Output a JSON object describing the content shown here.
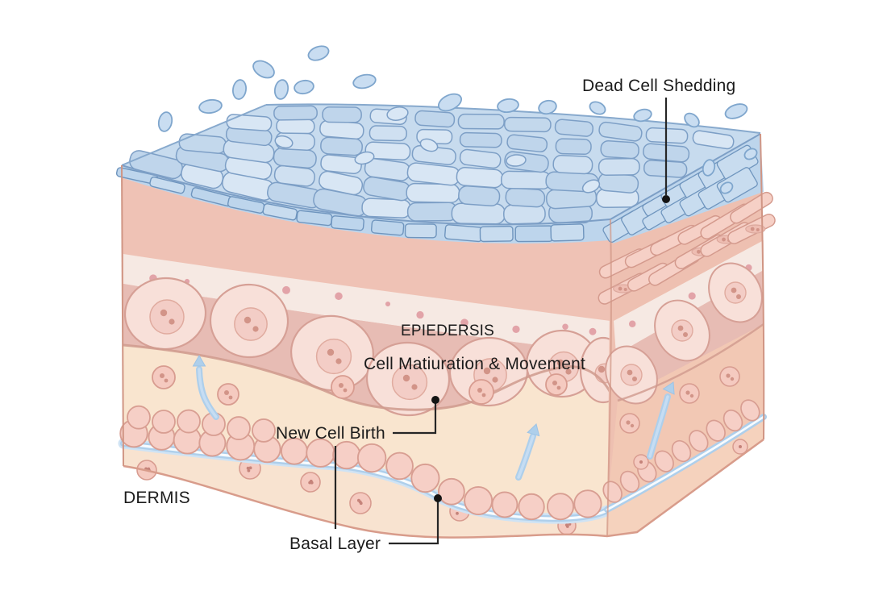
{
  "diagram": {
    "labels": {
      "dead_cell_shedding": "Dead Cell Shedding",
      "epidermis": "EPIEDERSIS",
      "cell_maturation": "Cell Matiuration & Movement",
      "new_cell_birth": "New Cell Birth",
      "dermis": "DERMIS",
      "basal_layer": "Basal Layer"
    },
    "colors": {
      "background": "#ffffff",
      "text": "#1b1b1b",
      "leader_line": "#262626",
      "leader_dot": "#141414",
      "surface_blue_fill": "#c7dbee",
      "surface_cell_fill_a": "#cfe0f1",
      "surface_cell_fill_b": "#c3d8ec",
      "surface_cell_fill_c": "#d8e6f4",
      "surface_cell_fill_d": "#bfd5eb",
      "surface_cell_stroke": "#7d9fc6",
      "edge_blue_stroke": "#87a9cd",
      "blue_band_fill": "#bdd5ec",
      "blue_slab_fill": "#c8dcef",
      "blue_slab_stroke": "#6f95be",
      "flying_cell_fill": "#c9ddf1",
      "flying_cell_stroke": "#7fa6cd",
      "loose_cell_fill": "#d9e7f5",
      "front_face_bg": "#efc2b5",
      "right_face_bg": "#eec0b1",
      "flat_cell_fill": "#f6d0c6",
      "flat_cell_stroke": "#d49a8d",
      "nucleus_fill": "#eebdb2",
      "nucleus_stroke": "#dca89d",
      "nucleus_dot": "#d29488",
      "light_band_fill": "#f6e9e3",
      "light_band_dot": "#e2a3a8",
      "spinous_bg": "#e7bcb4",
      "spinous_cell_fill": "#f8e0d9",
      "spinous_cell_stroke": "#d6a096",
      "spinous_nucleus_fill": "#f3cdc6",
      "spinous_nucleus_stroke": "#e0ab9f",
      "peach_band_fill": "#f9e5cf",
      "dermis_fill": "#f8e3d0",
      "right_lower_fill": "#f2c8b4",
      "right_dermis_fill": "#f5d2bd",
      "small_cell_fill": "#f5cac0",
      "small_cell_stroke": "#d89c90",
      "basal_cell_fill": "#f6cfc6",
      "basal_cell_stroke": "#d89e92",
      "basal_line_glow": "#cfe3f4",
      "basal_line_blue": "#aecfeb",
      "basal_line_core": "#f7fbfe",
      "arrow_blue": "#aecfeb",
      "arrow_blue_light": "#c6ddf3",
      "arrow_blue_deep": "#9cc3e6",
      "edge_pink_stroke": "#d09584",
      "edge_bottom_stroke": "#d89c8b",
      "wavy_line_stroke": "#cf9a8d"
    }
  }
}
